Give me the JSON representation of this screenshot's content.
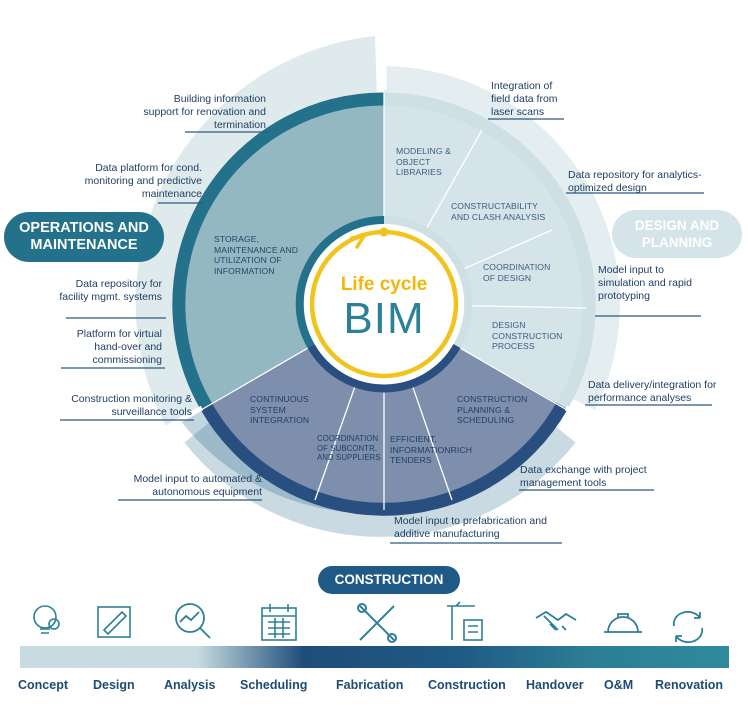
{
  "center": {
    "line1": "Life cycle",
    "line2": "BIM"
  },
  "phases": {
    "operations": "OPERATIONS AND MAINTENANCE",
    "design": "DESIGN AND PLANNING",
    "construction": "CONSTRUCTION"
  },
  "inner_segments": {
    "storage": "STORAGE, MAINTENANCE AND UTILIZATION OF INFORMATION",
    "modeling": "MODELING & OBJECT LIBRARIES",
    "constructability": "CONSTRUCTABILITY AND CLASH ANALYSIS",
    "coordination": "COORDINATION OF DESIGN",
    "design_construction": "DESIGN CONSTRUCTION PROCESS",
    "continuous": "CONTINUOUS SYSTEM INTEGRATION",
    "subcontr": "COORDINATION OF SUBCONTR. AND SUPPLIERS",
    "tenders": "EFFICIENT, INFORMATIONRICH TENDERS",
    "planning": "CONSTRUCTION PLANNING & SCHEDULING"
  },
  "annotations": {
    "building_info": "Building information support for renovation and termination",
    "data_platform": "Data platform for cond. monitoring and predictive maintenance",
    "facility": "Data repository for facility mgmt. systems",
    "virtual": "Platform for virtual hand-over and commissioning",
    "monitoring": "Construction monitoring & surveillance tools",
    "automated": "Model input to automated & autonomous equipment",
    "prefab": "Model input to prefabrication and additive manufacturing",
    "exchange": "Data exchange with project management tools",
    "delivery": "Data delivery/integration for performance analyses",
    "simulation": "Model input to simulation and rapid prototyping",
    "analytics": "Data repository for analytics-optimized design",
    "laser": "Integration of field data from laser scans"
  },
  "stages": [
    "Concept",
    "Design",
    "Analysis",
    "Scheduling",
    "Fabrication",
    "Construction",
    "Handover",
    "O&M",
    "Renovation"
  ],
  "icons": [
    "lightbulb-gear-icon",
    "blueprint-pencil-icon",
    "magnifier-chart-icon",
    "calendar-icon",
    "wrench-screwdriver-icon",
    "crane-building-icon",
    "handshake-icon",
    "hardhat-icon",
    "renovation-cycle-icon"
  ],
  "colors": {
    "ops_dark": "#23718a",
    "ops_ring": "#2c8097",
    "design_light": "#d3e2e6",
    "construction_dark": "#294f80",
    "construction_fill": "#7f8fad",
    "gold": "#f2c318",
    "label_text": "#1f3f63"
  }
}
